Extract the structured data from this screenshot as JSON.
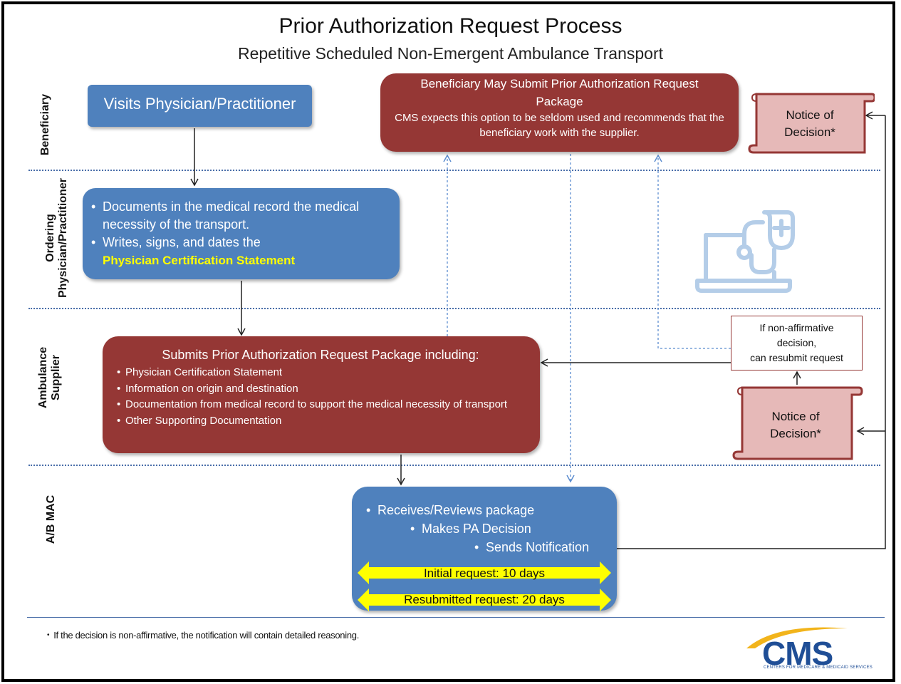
{
  "title": "Prior Authorization Request Process",
  "subtitle": "Repetitive  Scheduled  Non-Emergent  Ambulance  Transport",
  "lanes": {
    "beneficiary": "Beneficiary",
    "ordering_line1": "Ordering",
    "ordering_line2": "Physician/Practitioner",
    "ambulance_line1": "Ambulance",
    "ambulance_line2": "Supplier",
    "mac": "A/B MAC"
  },
  "boxes": {
    "visits": "Visits Physician/Practitioner",
    "beneficiary_submit_title": "Beneficiary May Submit Prior Authorization Request Package",
    "beneficiary_submit_note": "CMS expects this option to be seldom used and recommends that the beneficiary work with the supplier.",
    "physician_bullet1": "Documents in the medical record the medical necessity of the transport.",
    "physician_bullet2": "Writes, signs, and dates the",
    "physician_highlight": "Physician Certification Statement",
    "supplier_title": "Submits Prior Authorization  Request Package including:",
    "supplier_items": [
      "Physician Certification Statement",
      "Information on origin and destination",
      "Documentation from medical record to support  the medical necessity of transport",
      "Other Supporting Documentation"
    ],
    "mac_items": [
      "Receives/Reviews package",
      "Makes PA Decision",
      "Sends Notification"
    ],
    "initial_request": "Initial request: 10 days",
    "resubmitted_request": "Resubmitted request: 20 days"
  },
  "notices": {
    "top_line1": "Notice of",
    "top_line2": "Decision*",
    "bottom_line1": "Notice of",
    "bottom_line2": "Decision*"
  },
  "callout": {
    "line1": "If non-affirmative",
    "line2": "decision,",
    "line3": "can resubmit request"
  },
  "footnote": "If the decision is non-affirmative, the notification will contain detailed reasoning.",
  "logo": {
    "text": "CMS",
    "subtext": "CENTERS FOR MEDICARE & MEDICAID SERVICES"
  },
  "colors": {
    "blue_box": "#4f81bd",
    "red_box": "#953735",
    "scroll": "#e6b9b8",
    "highlight": "#ffff00",
    "divider": "#4a6ea9"
  },
  "icons": [
    "laptop-stethoscope-icon"
  ]
}
